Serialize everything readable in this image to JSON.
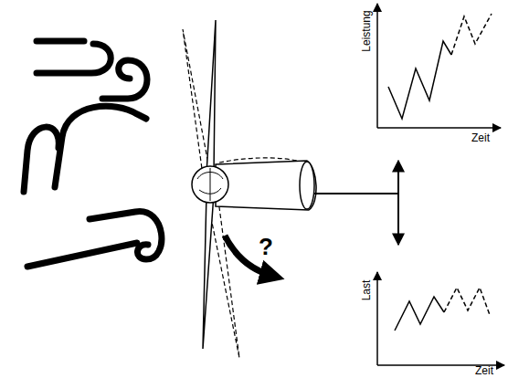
{
  "diagram": {
    "labels": [
      "?",
      "Leistung",
      "Zeit",
      "Last",
      "Zeit"
    ]
  }
}
